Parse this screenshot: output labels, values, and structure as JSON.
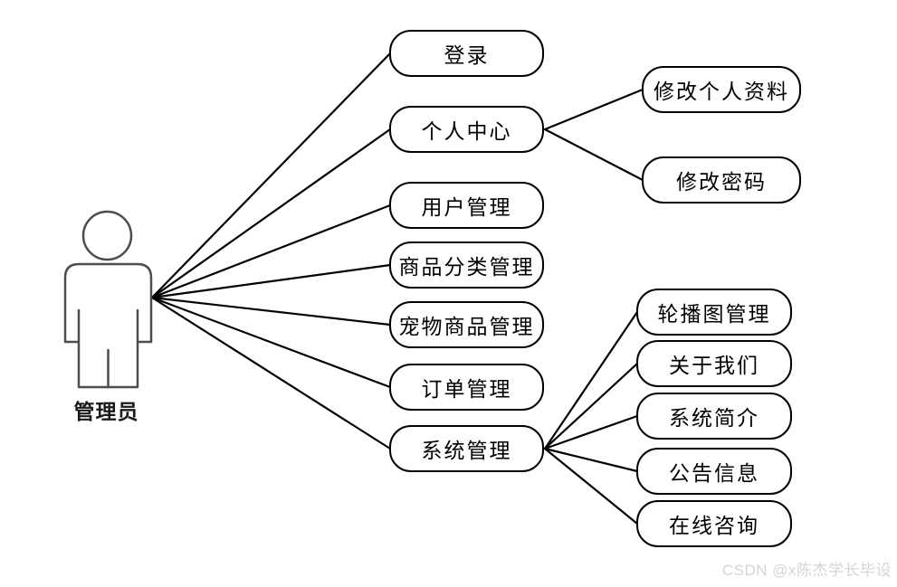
{
  "diagram": {
    "title_hint": "admin-use-case-diagram",
    "actor": {
      "label": "管理员"
    },
    "nodes": [
      {
        "id": "login",
        "label": "登录"
      },
      {
        "id": "personal-center",
        "label": "个人中心"
      },
      {
        "id": "user-management",
        "label": "用户管理"
      },
      {
        "id": "product-category-management",
        "label": "商品分类管理"
      },
      {
        "id": "pet-product-management",
        "label": "宠物商品管理"
      },
      {
        "id": "order-management",
        "label": "订单管理"
      },
      {
        "id": "system-management",
        "label": "系统管理"
      },
      {
        "id": "edit-profile",
        "label": "修改个人资料"
      },
      {
        "id": "change-password",
        "label": "修改密码"
      },
      {
        "id": "carousel-management",
        "label": "轮播图管理"
      },
      {
        "id": "about-us",
        "label": "关于我们"
      },
      {
        "id": "system-intro",
        "label": "系统简介"
      },
      {
        "id": "announcement-info",
        "label": "公告信息"
      },
      {
        "id": "online-consultation",
        "label": "在线咨询"
      }
    ],
    "edges": [
      [
        "actor",
        "login"
      ],
      [
        "actor",
        "personal-center"
      ],
      [
        "actor",
        "user-management"
      ],
      [
        "actor",
        "product-category-management"
      ],
      [
        "actor",
        "pet-product-management"
      ],
      [
        "actor",
        "order-management"
      ],
      [
        "actor",
        "system-management"
      ],
      [
        "personal-center",
        "edit-profile"
      ],
      [
        "personal-center",
        "change-password"
      ],
      [
        "system-management",
        "carousel-management"
      ],
      [
        "system-management",
        "about-us"
      ],
      [
        "system-management",
        "system-intro"
      ],
      [
        "system-management",
        "announcement-info"
      ],
      [
        "system-management",
        "online-consultation"
      ]
    ],
    "colors": {
      "node_border": "#000000",
      "node_fill": "#ffffff",
      "edge": "#000000",
      "actor_outline": "#4d4d4d"
    }
  },
  "watermark": {
    "text": "CSDN @x陈杰学长毕设"
  }
}
